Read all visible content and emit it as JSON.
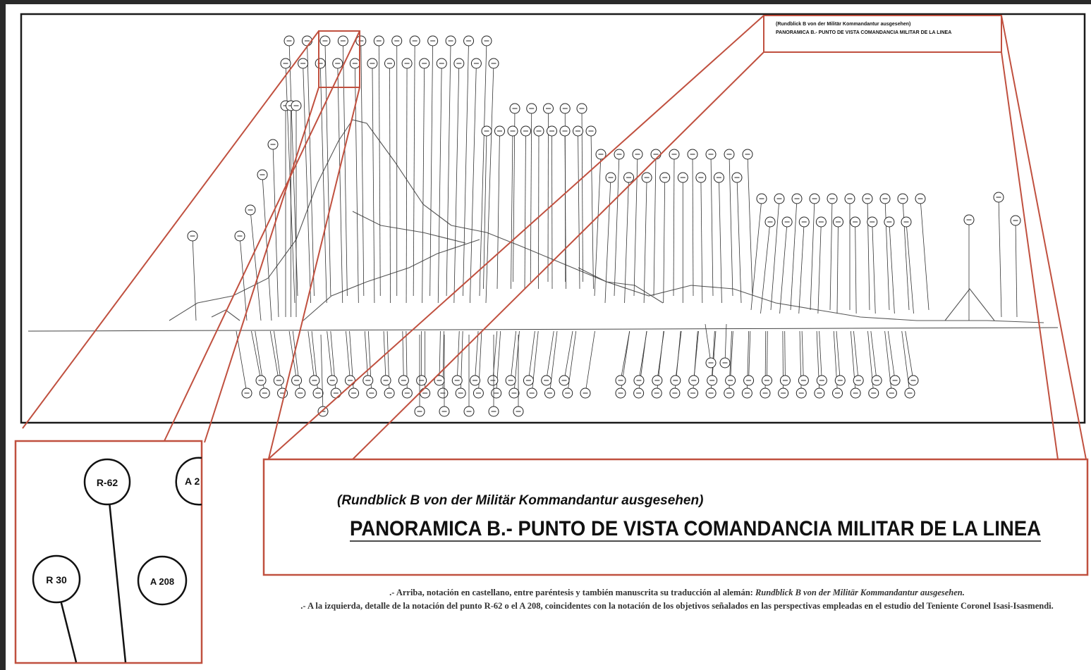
{
  "title_block": {
    "line1": "(Rundblick B von der Militär Kommandantur ausgesehen)",
    "line2": "PANORAMICA B.- PUNTO DE VISTA COMANDANCIA MILITAR DE LA LINEA"
  },
  "thumbnail_title": {
    "line1": "(Rundblick B von der Militär Kommandantur ausgesehen)",
    "line2": "PANORAMICA B.- PUNTO DE VISTA COMANDANCIA MILITAR DE LA LINEA"
  },
  "markers_detail": {
    "r62": "R-62",
    "r30": "R 30",
    "a208": "A 208",
    "a_partial": "A 2"
  },
  "caption": {
    "line1_prefix": ".- Arriba, notación en castellano, entre paréntesis y también manuscrita su traducción al alemán:",
    "line1_italic": "Rundblick B von der Militär Kommandantur ausgesehen.",
    "line2": ".- A la izquierda, detalle de la notación del punto R-62 o el A 208, coincidentes con la notación de los objetivos señalados en las perspectivas empleadas en el estudio del Teniente Coronel Isasi-Isasmendi."
  },
  "colors": {
    "callout_red": "#c0503f",
    "ink": "#222222",
    "frame": "#1a1a1a"
  }
}
